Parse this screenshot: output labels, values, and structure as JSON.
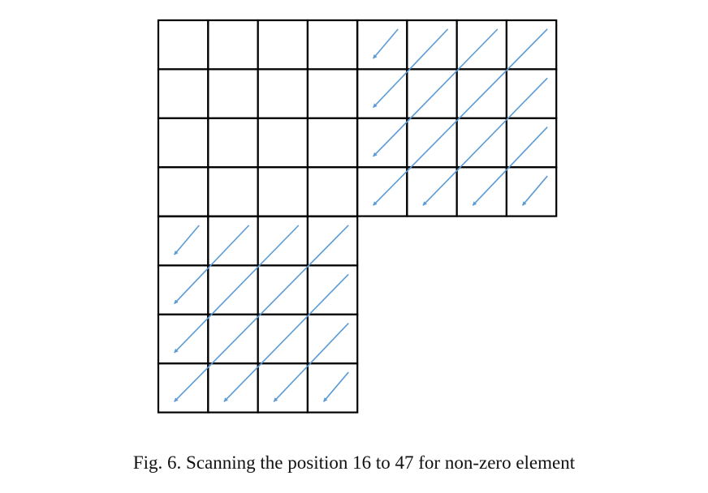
{
  "figure": {
    "caption": "Fig. 6.  Scanning the position 16 to 47 for non-zero element"
  },
  "diagram": {
    "grid_color": "#000000",
    "arrow_color": "#5b9bd5",
    "blocks": [
      {
        "name": "upper-left-block",
        "rows": 4,
        "cols": 4,
        "has_arrows": false
      },
      {
        "name": "upper-right-block",
        "rows": 4,
        "cols": 4,
        "has_arrows": true
      },
      {
        "name": "lower-left-block",
        "rows": 4,
        "cols": 4,
        "has_arrows": true
      }
    ],
    "scan_pattern": "diagonal",
    "scan_direction": "up-right to down-left"
  }
}
